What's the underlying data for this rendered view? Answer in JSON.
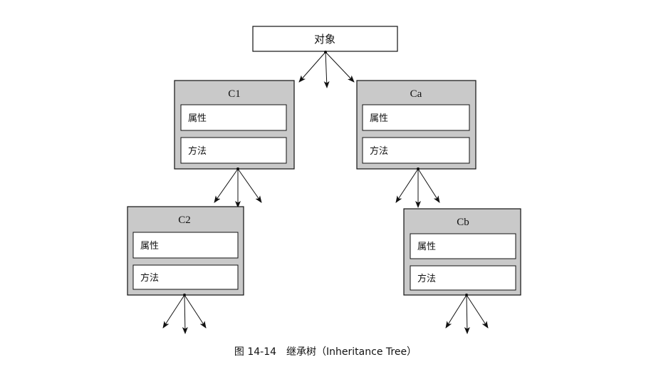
{
  "root": {
    "label": "对象"
  },
  "classes": [
    {
      "name": "C1",
      "attributes": "属性",
      "methods": "方法"
    },
    {
      "name": "Ca",
      "attributes": "属性",
      "methods": "方法"
    },
    {
      "name": "C2",
      "attributes": "属性",
      "methods": "方法"
    },
    {
      "name": "Cb",
      "attributes": "属性",
      "methods": "方法"
    }
  ],
  "caption": "图 14-14　继承树（Inheritance Tree）",
  "colors": {
    "class_box_fill": "#c9c9c9",
    "slot_fill": "#ffffff",
    "line": "#111111"
  }
}
